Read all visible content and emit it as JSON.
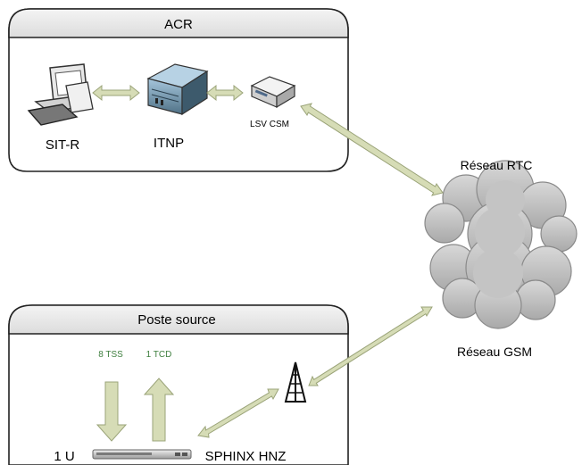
{
  "acr": {
    "title": "ACR",
    "sit_r": "SIT-R",
    "itnp": "ITNP",
    "lsv_csm": "LSV CSM"
  },
  "networks": {
    "rtc": "Réseau RTC",
    "gsm": "Réseau GSM"
  },
  "poste_source": {
    "title": "Poste source",
    "tss": "8 TSS",
    "tcd": "1 TCD",
    "unit": "1 U",
    "sphinx": "SPHINX HNZ"
  },
  "colors": {
    "arrow_fill": "#d6dcb6",
    "arrow_stroke": "#9aa378",
    "box_header": "#e6e6e6",
    "green_text": "#3f7f3f"
  },
  "icons": [
    "computer-icon",
    "server-icon",
    "modem-icon",
    "cloud-icon",
    "antenna-icon",
    "device-bar-icon"
  ]
}
